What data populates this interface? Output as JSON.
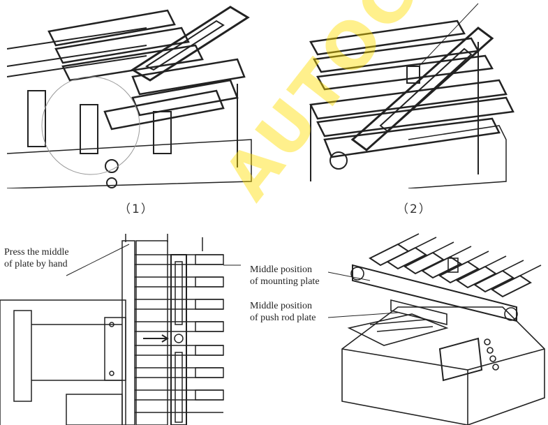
{
  "captions": {
    "panel1": "（1）",
    "panel2": "（2）"
  },
  "callouts": {
    "press_middle": "Press the middle\nof plate by hand",
    "mounting_plate_middle": "Middle position\nof mounting plate",
    "push_rod_middle": "Middle position\nof push rod plate"
  },
  "watermark": {
    "text": "AUTOCHEMGA"
  },
  "colors": {
    "line": "#222222",
    "watermark": "#FFDE00"
  }
}
